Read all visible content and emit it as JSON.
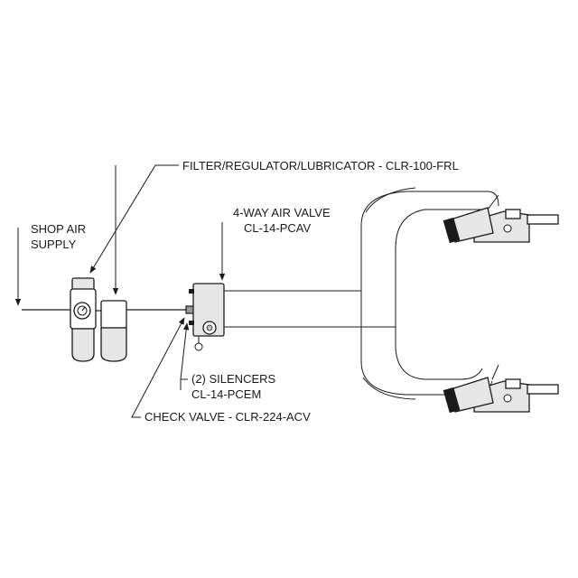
{
  "labels": {
    "frl": "FILTER/REGULATOR/LUBRICATOR - CLR-100-FRL",
    "shop_air_1": "SHOP AIR",
    "shop_air_2": "SUPPLY",
    "valve_title": "4-WAY AIR VALVE",
    "valve_part": "CL-14-PCAV",
    "silencers_title": "(2) SILENCERS",
    "silencers_part": "CL-14-PCEM",
    "check_valve": "CHECK VALVE - CLR-224-ACV"
  }
}
